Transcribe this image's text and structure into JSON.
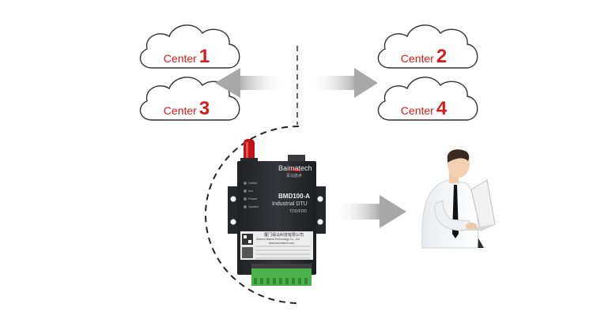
{
  "clouds": [
    {
      "label": "Center",
      "number": "1"
    },
    {
      "label": "Center",
      "number": "2"
    },
    {
      "label": "Center",
      "number": "3"
    },
    {
      "label": "Center",
      "number": "4"
    }
  ],
  "device": {
    "brand": "Baimatech",
    "brand_sub": "百马技术",
    "model": "BMD100-A",
    "type": "Industrial DTU",
    "protocol": "TDD/FDD",
    "leds": [
      "Online",
      "Act",
      "Power",
      "System"
    ],
    "company_cn": "厦门佰马科技有限公司",
    "company_en": "Xiamen Baima Technology Co., Ltd.",
    "website": "www.baimatech.com"
  },
  "colors": {
    "cloud_text": "#d91a1a",
    "device_body": "#2b2d31",
    "terminal_green": "#49b24a",
    "arrow_gray": "#b9b9b9"
  }
}
